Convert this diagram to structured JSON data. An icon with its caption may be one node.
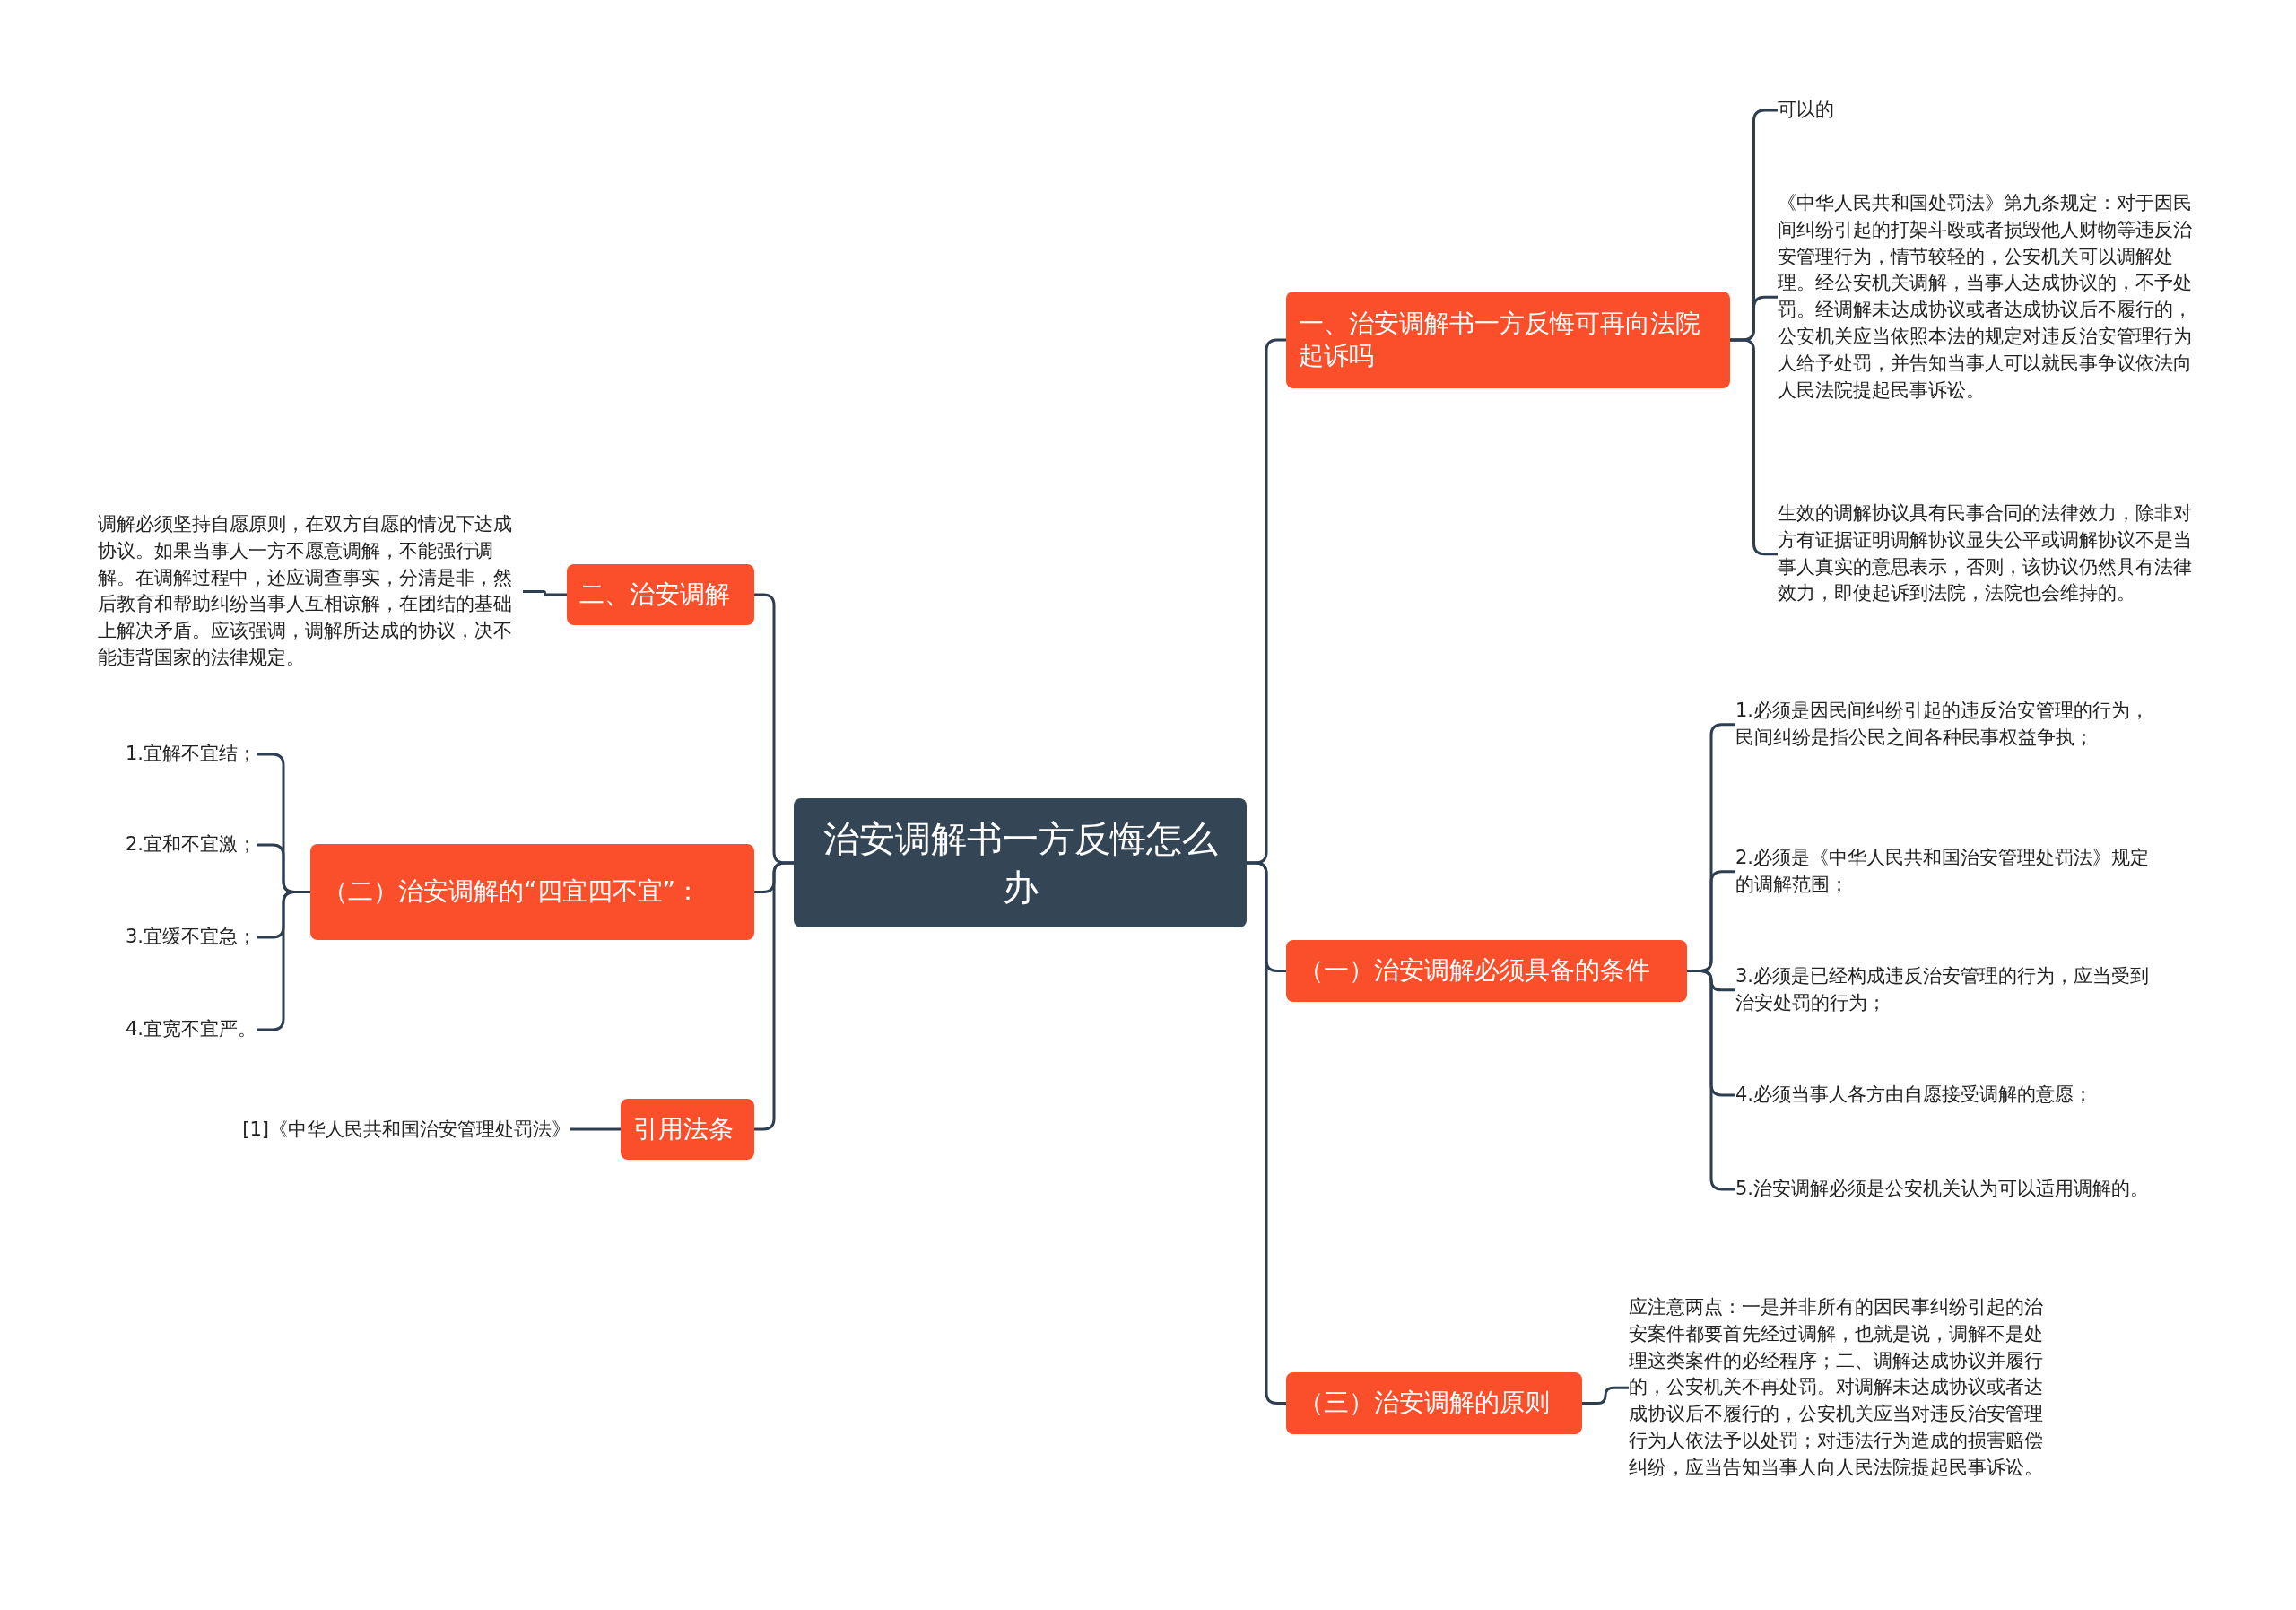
{
  "diagram": {
    "nodes": [
      {
        "text": [
          "治安调解书一方反悔怎么办"
        ]
      },
      {
        "text": [
          "一、治安调解书一方反悔可再向法院起诉吗"
        ]
      },
      {
        "text": [
          "可以的"
        ]
      },
      {
        "text": [
          "《中华人民共和国处罚法》第九条规定：对于因民间纠纷引起的打架斗殴或者损毁他人财物等违反治安管理行为，情节较轻的，公安机关可以调解处理。经公安机关调解，当事人达成协议的，不予处罚。经调解未达成协议或者达成协议后不履行的，公安机关应当依照本法的规定对违反治安管理行为人给予处罚，并告知当事人可以就民事争议依法向人民法院提起民事诉讼。"
        ]
      },
      {
        "text": [
          "生效的调解协议具有民事合同的法律效力，除非对方有证据证明调解协议显失公平或调解协议不是当事人真实的意思表示，否则，该协议仍然具有法律效力，即使起诉到法院，法院也会维持的。"
        ]
      },
      {
        "text": [
          "（一）治安调解必须具备的条件"
        ]
      },
      {
        "text": [
          "1.必须是因民间纠纷引起的违反治安管理的行为，民间纠纷是指公民之间各种民事权益争执；"
        ]
      },
      {
        "text": [
          "2.必须是《中华人民共和国治安管理处罚法》规定的调解范围；"
        ]
      },
      {
        "text": [
          "3.必须是已经构成违反治安管理的行为，应当受到治安处罚的行为；"
        ]
      },
      {
        "text": [
          "4.必须当事人各方由自愿接受调解的意愿；"
        ]
      },
      {
        "text": [
          "5.治安调解必须是公安机关认为可以适用调解的。"
        ]
      },
      {
        "text": [
          "（三）治安调解的原则"
        ]
      },
      {
        "text": [
          "应注意两点：一是并非所有的因民事纠纷引起的治安案件都要首先经过调解，也就是说，调解不是处理这类案件的必经程序；二、调解达成协议并履行的，公安机关不再处罚。对调解未达成协议或者达成协议后不履行的，公安机关应当对违反治安管理行为人依法予以处罚；对违法行为造成的损害赔偿纠纷，应当告知当事人向人民法院提起民事诉讼。"
        ]
      },
      {
        "text": [
          "二、治安调解"
        ]
      },
      {
        "text": [
          "调解必须坚持自愿原则，在双方自愿的情况下达成协议。如果当事人一方不愿意调解，不能强行调解。在调解过程中，还应调查事实，分清是非，然后教育和帮助纠纷当事人互相谅解，在团结的基础上解决矛盾。应该强调，调解所达成的协议，决不能违背国家的法律规定。"
        ]
      },
      {
        "text": [
          "（二）治安调解的“四宜四不宜”："
        ]
      },
      {
        "text": [
          "1.宜解不宜结；"
        ]
      },
      {
        "text": [
          "2.宜和不宜激；"
        ]
      },
      {
        "text": [
          "3.宜缓不宜急；"
        ]
      },
      {
        "text": [
          "4.宜宽不宜严。"
        ]
      },
      {
        "text": [
          "引用法条"
        ]
      },
      {
        "text": [
          "[1]《中华人民共和国治安管理处罚法》"
        ]
      }
    ],
    "edges": [
      {
        "from": 0,
        "to": 1,
        "arrow": "none"
      },
      {
        "from": 1,
        "to": 2,
        "arrow": "none"
      },
      {
        "from": 1,
        "to": 3,
        "arrow": "none"
      },
      {
        "from": 1,
        "to": 4,
        "arrow": "none"
      },
      {
        "from": 0,
        "to": 5,
        "arrow": "none"
      },
      {
        "from": 5,
        "to": 6,
        "arrow": "none"
      },
      {
        "from": 5,
        "to": 7,
        "arrow": "none"
      },
      {
        "from": 5,
        "to": 8,
        "arrow": "none"
      },
      {
        "from": 5,
        "to": 9,
        "arrow": "none"
      },
      {
        "from": 5,
        "to": 10,
        "arrow": "none"
      },
      {
        "from": 0,
        "to": 11,
        "arrow": "none"
      },
      {
        "from": 11,
        "to": 12,
        "arrow": "none"
      },
      {
        "from": 0,
        "to": 13,
        "arrow": "none"
      },
      {
        "from": 13,
        "to": 14,
        "arrow": "none"
      },
      {
        "from": 0,
        "to": 15,
        "arrow": "none"
      },
      {
        "from": 15,
        "to": 16,
        "arrow": "none"
      },
      {
        "from": 15,
        "to": 17,
        "arrow": "none"
      },
      {
        "from": 15,
        "to": 18,
        "arrow": "none"
      },
      {
        "from": 15,
        "to": 19,
        "arrow": "none"
      },
      {
        "from": 0,
        "to": 20,
        "arrow": "none"
      },
      {
        "from": 20,
        "to": 21,
        "arrow": "none"
      }
    ]
  }
}
